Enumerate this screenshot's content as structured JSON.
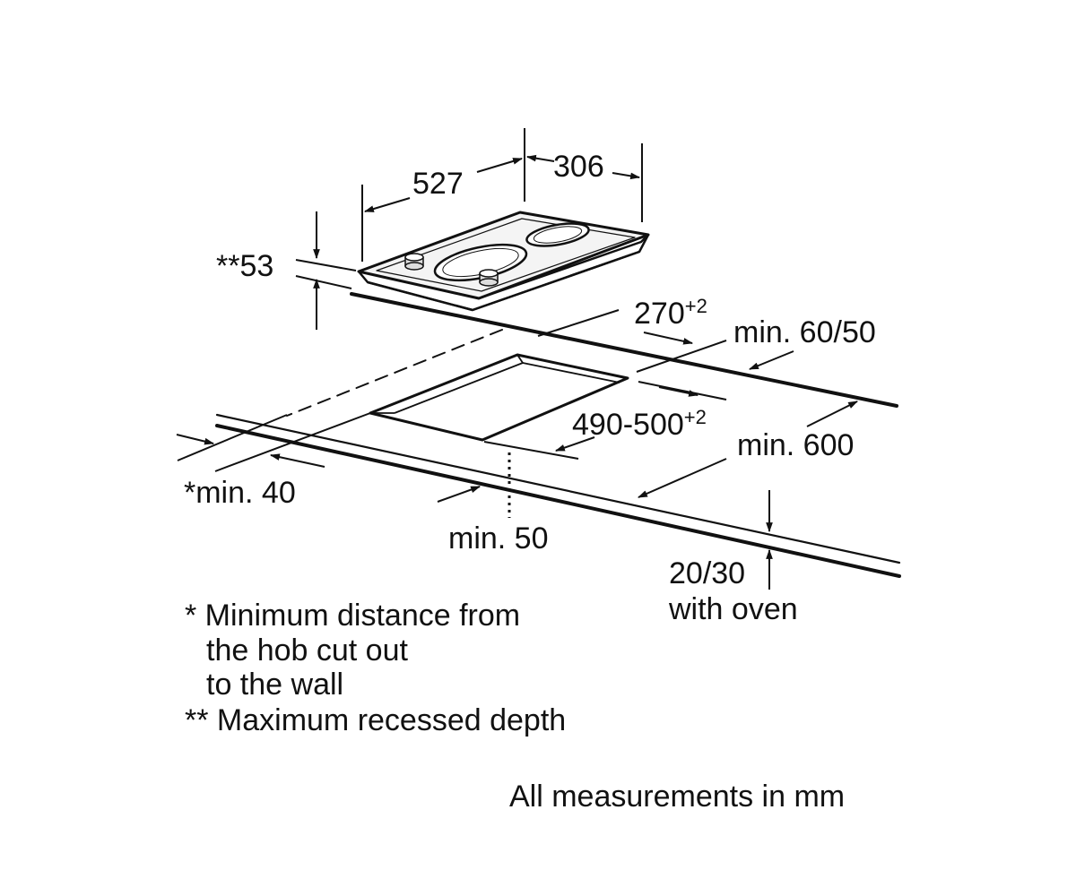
{
  "colors": {
    "line": "#111111",
    "background": "#ffffff",
    "hob_surface": "#f4f4f4"
  },
  "dimensions": {
    "hob_width": "527",
    "hob_depth": "306",
    "recessed_depth": "**53",
    "cutout_depth_value": "270",
    "cutout_depth_tolerance": "+2",
    "cutout_width_value": "490-500",
    "cutout_width_tolerance": "+2",
    "back_distance": "min. 60/50",
    "worktop_depth": "min. 600",
    "wall_distance": "*min. 40",
    "front_distance": "min. 50",
    "worktop_thickness_line1": "20/30",
    "worktop_thickness_line2": "with oven"
  },
  "notes": {
    "note1_line1": "* Minimum distance from",
    "note1_line2": "the hob cut out",
    "note1_line3": "to the wall",
    "note2": "** Maximum recessed depth",
    "units": "All measurements in mm"
  }
}
